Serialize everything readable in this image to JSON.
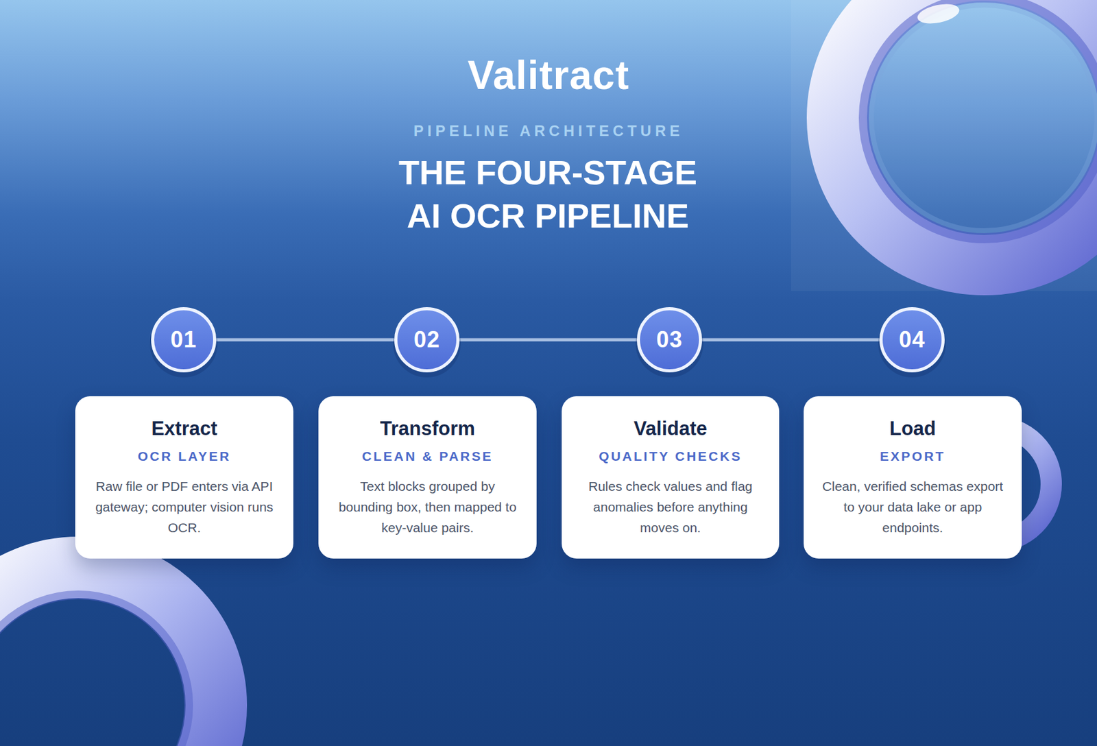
{
  "diagram": {
    "title": "THE FOUR-STAGE AI OCR PIPELINE",
    "nodes": [
      {
        "text": [
          "01"
        ]
      },
      {
        "text": [
          "02"
        ]
      },
      {
        "text": [
          "03"
        ]
      },
      {
        "text": [
          "04"
        ]
      },
      {
        "text": [
          "Extract",
          "OCR LAYER",
          "Raw file or PDF enters via API gateway; computer vision runs OCR."
        ]
      },
      {
        "text": [
          "Transform",
          "CLEAN & PARSE",
          "Text blocks grouped by bounding box, then mapped to key-value pairs."
        ]
      },
      {
        "text": [
          "Validate",
          "QUALITY CHECKS",
          "Rules check values and flag anomalies before anything moves on."
        ]
      },
      {
        "text": [
          "Load",
          "EXPORT",
          "Clean, verified schemas export to your data lake or app endpoints."
        ]
      }
    ],
    "edges": [
      {
        "from": 0,
        "to": 1,
        "arrow": "none"
      },
      {
        "from": 1,
        "to": 2,
        "arrow": "none"
      },
      {
        "from": 2,
        "to": 3,
        "arrow": "none"
      }
    ],
    "labels": [
      "Valitract",
      "PIPELINE ARCHITECTURE"
    ]
  }
}
